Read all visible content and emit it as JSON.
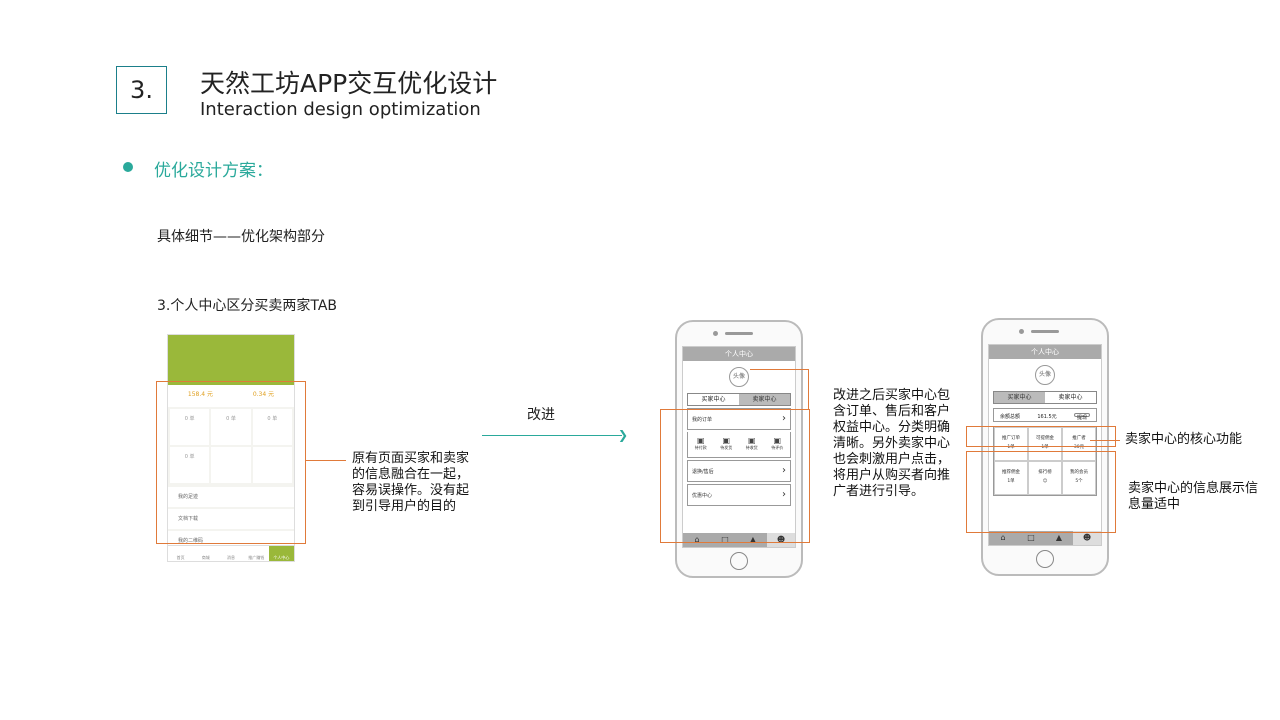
{
  "header": {
    "number": "3.",
    "title_cn": "天然工坊APP交互优化设计",
    "title_en": "Interaction design optimization"
  },
  "section": {
    "label": "优化设计方案："
  },
  "detail_label": "具体细节——优化架构部分",
  "tab_label": "3.个人中心区分买卖两家TAB",
  "notes": {
    "original": "原有页面买家和卖家的信息融合在一起，容易误操作。没有起到引导用户的目的",
    "improve_arrow": "改进",
    "buyer_center": "改进之后买家中心包含订单、售后和客户权益中心。分类明确清晰。另外卖家中心也会刺激用户点击，将用户从购买者向推广者进行引导。",
    "seller_core": "卖家中心的核心功能",
    "seller_info": "卖家中心的信息展示信息量适中"
  },
  "original_screen": {
    "stats": [
      "158.4 元",
      "0.34 元"
    ],
    "grid": [
      "0 单",
      "0 单",
      "0 单",
      "0 单",
      "",
      ""
    ],
    "rows": [
      "我的足迹",
      "文档下载",
      "我的二维码"
    ],
    "tabs": [
      "首页",
      "商城",
      "消息",
      "推广赚钱",
      "个人中心"
    ]
  },
  "phone_buyer": {
    "title": "个人中心",
    "avatar": "头像",
    "tabs": [
      "买家中心",
      "卖家中心"
    ],
    "items": [
      "我的订单",
      "退换/售后",
      "优惠中心"
    ],
    "icons": [
      "待付款",
      "待发货",
      "待收货",
      "待评价"
    ]
  },
  "phone_seller": {
    "title": "个人中心",
    "avatar": "头像",
    "tabs": [
      "买家中心",
      "卖家中心"
    ],
    "balance_label": "余额总额",
    "balance_value": "161.5元",
    "balance_btn": "提现",
    "grid": [
      {
        "label": "推广订单",
        "value": "1单"
      },
      {
        "label": "可提佣金",
        "value": "1单"
      },
      {
        "label": "推广者",
        "value": "30元"
      },
      {
        "label": "推荐佣金",
        "value": "1单"
      },
      {
        "label": "排行榜",
        "value": ""
      },
      {
        "label": "我的会员",
        "value": "5个"
      }
    ]
  }
}
